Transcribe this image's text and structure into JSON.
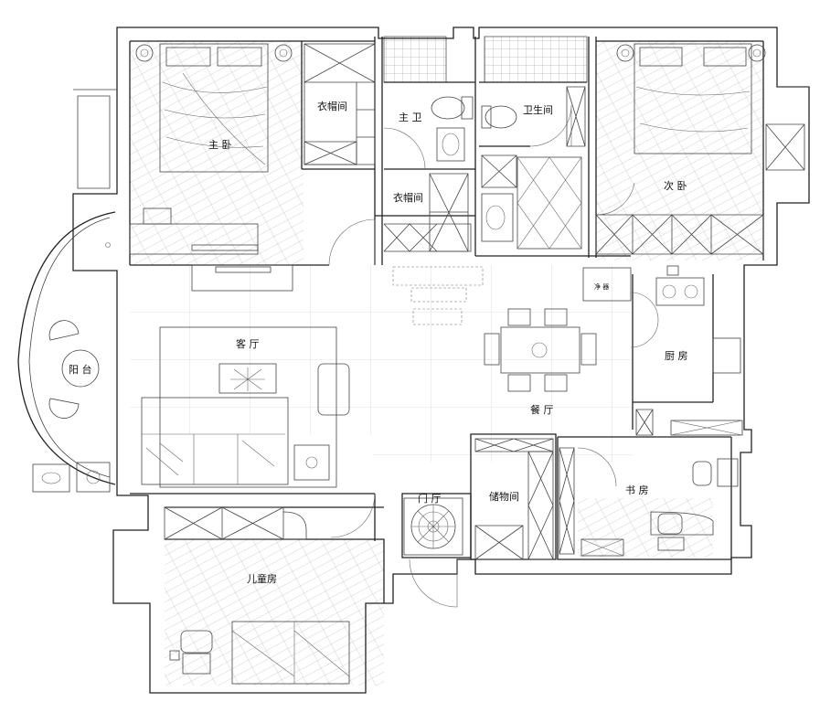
{
  "rooms": {
    "master_bedroom": "主 卧",
    "walkin_closet_1": "衣帽间",
    "master_bath": "主 卫",
    "walkin_closet_2": "衣帽间",
    "bathroom": "卫生间",
    "second_bedroom": "次 卧",
    "balcony": "阳 台",
    "living_room": "客 厅",
    "dining_room": "餐 厅",
    "kitchen": "厨 房",
    "foyer": "门 厅",
    "storage": "储物间",
    "study": "书 房",
    "kids_room": "儿童房"
  },
  "appliances": {
    "water_heater": "净  器"
  },
  "colors": {
    "wall": "#222222",
    "line": "#555555",
    "floor_pattern": "#9a9a9a",
    "background": "#ffffff"
  }
}
